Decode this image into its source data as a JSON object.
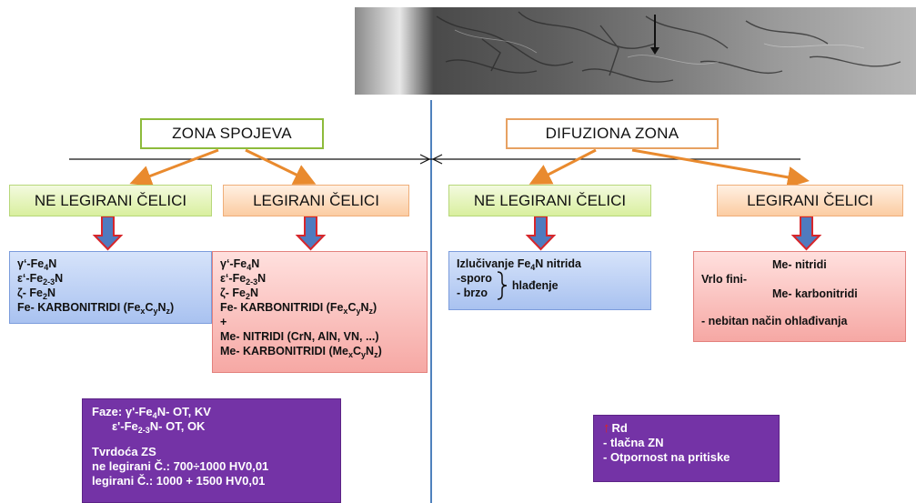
{
  "top_zones": {
    "left": "ZONA SPOJEVA",
    "right": "DIFUZIONA ZONA"
  },
  "categories": {
    "left_non_alloyed": "NE LEGIRANI ČELICI",
    "left_alloyed": "LEGIRANI ČELICI",
    "right_non_alloyed": "NE LEGIRANI ČELICI",
    "right_alloyed": "LEGIRANI ČELICI"
  },
  "box1": {
    "l1a": "γ‘-Fe",
    "l1s": "4",
    "l1b": "N",
    "l2a": "ε‘-Fe",
    "l2s": "2-3",
    "l2b": "N",
    "l3a": "ζ- Fe",
    "l3s": "2",
    "l3b": "N",
    "l4a": "Fe- KARBONITRIDI (Fe",
    "l4s1": "x",
    "l4c": "C",
    "l4s2": "y",
    "l4d": "N",
    "l4s3": "z",
    "l4e": ")"
  },
  "box2": {
    "l1a": "γ‘-Fe",
    "l1s": "4",
    "l1b": "N",
    "l2a": "ε‘-Fe",
    "l2s": "2-3",
    "l2b": "N",
    "l3a": "ζ- Fe",
    "l3s": "2",
    "l3b": "N",
    "l4a": "Fe- KARBONITRIDI (Fe",
    "l4s1": "x",
    "l4c": "C",
    "l4s2": "y",
    "l4d": "N",
    "l4s3": "z",
    "l4e": ")",
    "plus": "+",
    "l5": "Me- NITRIDI (CrN, AlN, VN, ...)",
    "l6a": "Me- KARBONITRIDI (Me",
    "l6s1": "x",
    "l6c": "C",
    "l6s2": "y",
    "l6d": "N",
    "l6s3": "z",
    "l6e": ")"
  },
  "box3": {
    "l1a": "Izlučivanje Fe",
    "l1s": "4",
    "l1b": "N nitrida",
    "sporo": "-sporo",
    "brzo": "- brzo",
    "hladenje": "hlađenje"
  },
  "box4": {
    "me_nitridi": "Me- nitridi",
    "vrlo_fini": "Vrlo fini-",
    "me_karbonitridi": "Me- karbonitridi",
    "nebitan": "- nebitan način ohlađivanja"
  },
  "box5": {
    "faze_a": "Faze: γ'-Fe",
    "faze_s": "4",
    "faze_b": "N-   OT, KV",
    "eps_a": "ε'-Fe",
    "eps_s": "2-3",
    "eps_b": "N- OT, OK",
    "tvrdoca": "Tvrdoća ZS",
    "ne_legirani": "ne legirani Č.: 700÷1000 HV0,01",
    "legirani": "legirani  Č.: 1000 + 1500 HV0,01"
  },
  "box6": {
    "arrow": "↑",
    "rd": "Rd",
    "tlacna": "- tlačna ZN",
    "otpornost": "- Otpornost na pritiske"
  },
  "colors": {
    "divider": "#4f81bd",
    "orange_arrow": "#e98a2e",
    "down_arrow_fill": "#4f7bbf",
    "down_arrow_outline": "#d7262b",
    "purple": "#7433a6"
  }
}
